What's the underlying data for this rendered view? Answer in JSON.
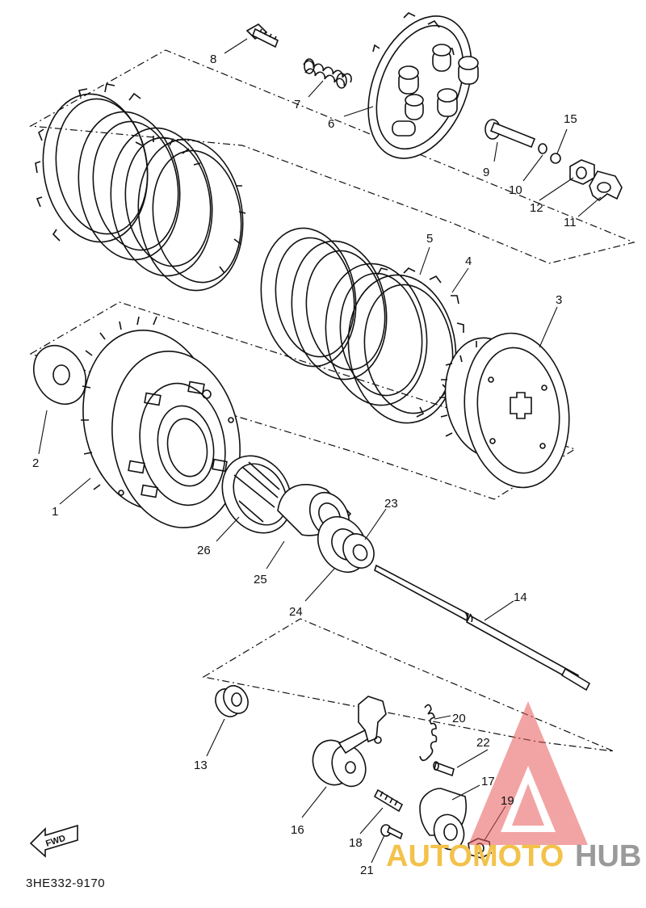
{
  "diagram": {
    "drawing_code": "3HE332-9170",
    "fwd_label": "FWD",
    "callouts": [
      "1",
      "2",
      "3",
      "4",
      "5",
      "6",
      "7",
      "8",
      "9",
      "10",
      "11",
      "12",
      "13",
      "14",
      "15",
      "16",
      "17",
      "18",
      "19",
      "20",
      "21",
      "22",
      "23",
      "24",
      "25",
      "26"
    ]
  },
  "watermark": {
    "text_part1": "AUTOMOTO",
    "text_part2": "HUB",
    "colors": {
      "triangle": "#e85a5a",
      "auto": "#f3c24b",
      "hub": "#9a9a9a"
    }
  }
}
